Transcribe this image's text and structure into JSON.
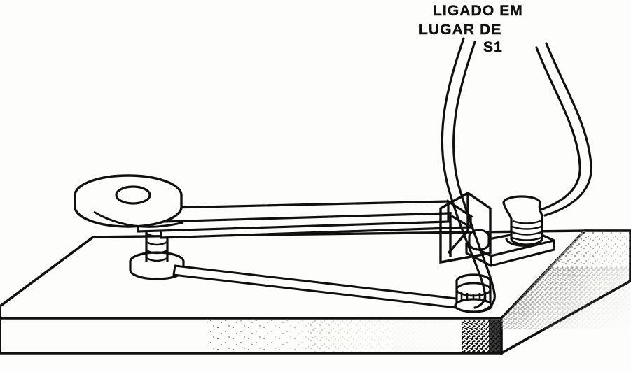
{
  "figure": {
    "title": "Telegraph key mounted on wooden base",
    "type": "technical-line-drawing",
    "background_color": "#fdfdfb",
    "ink_color": "#101010",
    "annotation": {
      "line1": "LIGADO EM",
      "line2": "LUGAR DE",
      "line3": "S1",
      "full_text": "LIGADO EM LUGAR DE S1"
    },
    "parts": {
      "base_board": "wooden base board",
      "contact_disc": "large round contact disc washer",
      "lower_disc": "lower pivot washer",
      "screw_post": "threaded screw post",
      "lever_arm": "long metal lever arm",
      "bracket": "bent L bracket",
      "mounting_plate": "small metal mounting plate",
      "terminal_upper": "upper knurled binding post terminal",
      "terminal_lower": "lower knurled binding post terminal",
      "strap": "flat metal connecting strap",
      "wire_left": "left connecting wire",
      "wire_right": "right connecting wire"
    }
  }
}
